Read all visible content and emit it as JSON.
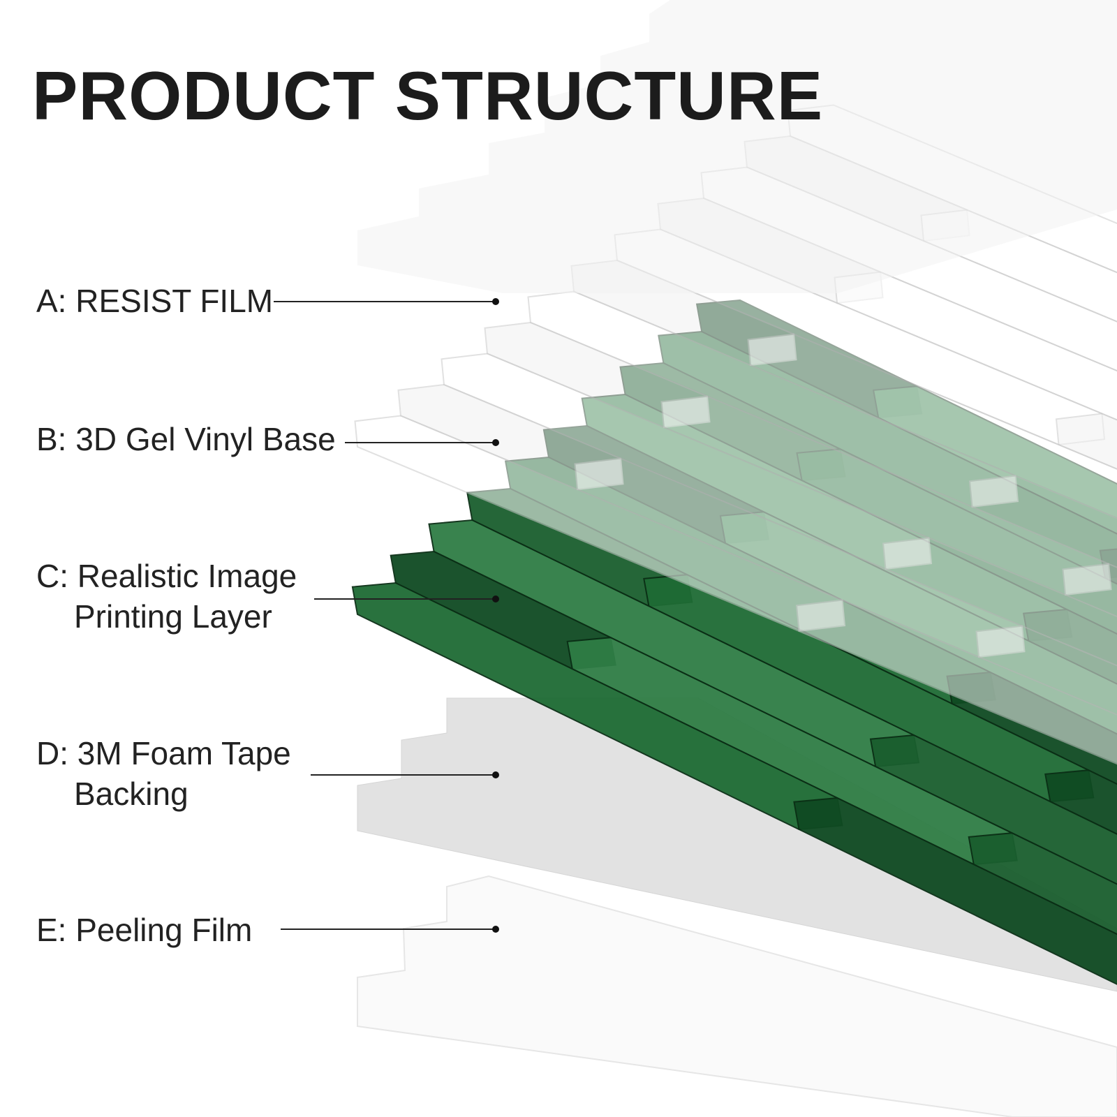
{
  "title": "PRODUCT STRUCTURE",
  "layers": [
    {
      "letter": "A",
      "line1": "A: RESIST FILM",
      "line2": ""
    },
    {
      "letter": "B",
      "line1": "B: 3D Gel Vinyl Base",
      "line2": ""
    },
    {
      "letter": "C",
      "line1": "C: Realistic Image",
      "line2": "Printing Layer"
    },
    {
      "letter": "D",
      "line1": "D: 3M Foam Tape",
      "line2": "Backing"
    },
    {
      "letter": "E",
      "line1": "E: Peeling Film",
      "line2": ""
    }
  ],
  "colors": {
    "green_dark": "#0f4a22",
    "green_mid": "#1e6b34",
    "green_light": "#2f7d45",
    "foam": "#e2e2e2",
    "film": "#f5f5f5"
  }
}
